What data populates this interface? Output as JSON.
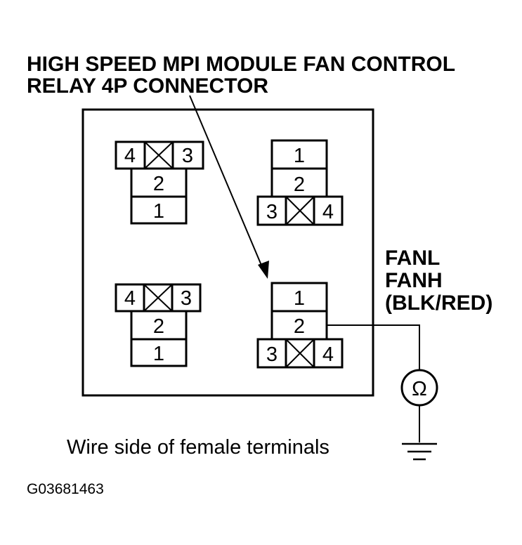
{
  "title": {
    "line1": "HIGH SPEED MPI MODULE FAN CONTROL",
    "line2": "RELAY 4P CONNECTOR"
  },
  "wire_label": {
    "line1": "FANL",
    "line2": "FANH",
    "line3": "(BLK/RED)"
  },
  "connectors": {
    "top_left": {
      "t4": "4",
      "t3": "3",
      "t2": "2",
      "t1": "1"
    },
    "top_right": {
      "t1": "1",
      "t2": "2",
      "t3": "3",
      "t4": "4"
    },
    "bottom_left": {
      "t4": "4",
      "t3": "3",
      "t2": "2",
      "t1": "1"
    },
    "bottom_right": {
      "t1": "1",
      "t2": "2",
      "t3": "3",
      "t4": "4"
    }
  },
  "ohm_symbol": "Ω",
  "caption": "Wire side of female terminals",
  "figure_code": "G03681463",
  "icons": [
    "ohmmeter-icon",
    "ground-icon",
    "pointer-arrow-icon"
  ]
}
